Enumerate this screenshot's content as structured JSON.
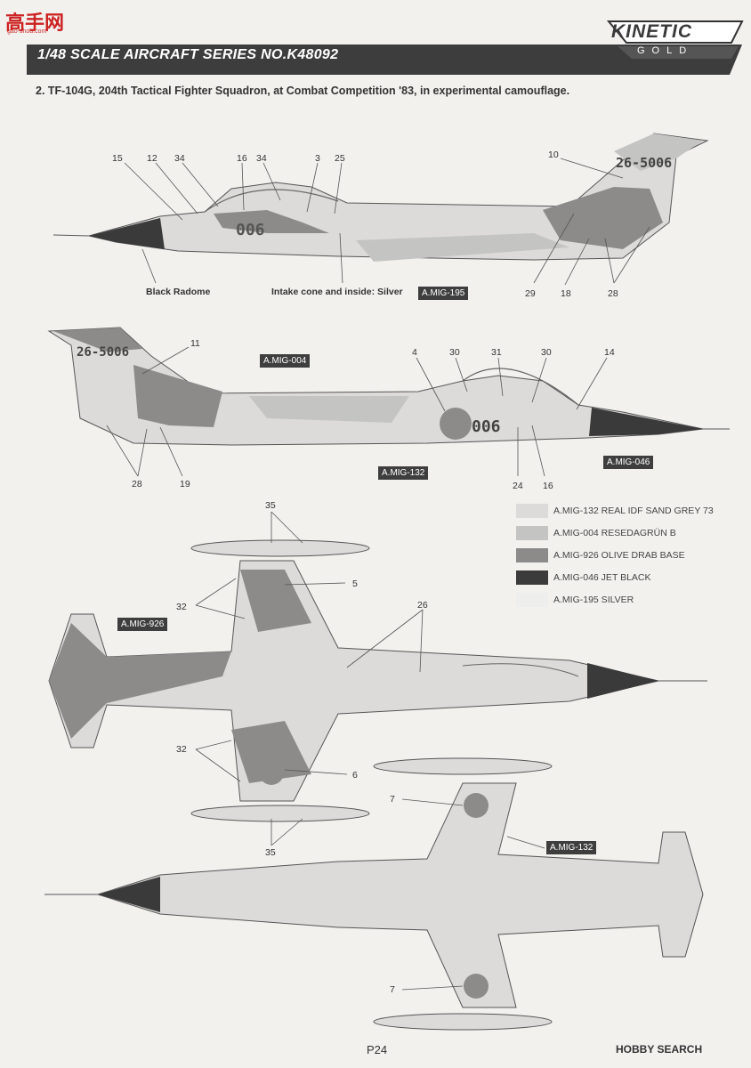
{
  "watermark": {
    "text": "高手网",
    "url": "gao-shou.com"
  },
  "header": {
    "series_title": "1/48 SCALE AIRCRAFT SERIES NO.K48092",
    "brand_top": "KINETIC",
    "brand_bottom": "GOLD"
  },
  "subtitle": "2. TF-104G, 204th Tactical Fighter Squadron, at Combat Competition '83, in experimental camouflage.",
  "colors": {
    "sand": "#d9d8d6",
    "green": "#c2c2c0",
    "olive": "#8a8988",
    "black": "#3a3a3a",
    "silver": "#ececeb"
  },
  "side_view_left": {
    "callouts": [
      "15",
      "12",
      "34",
      "16",
      "34",
      "3",
      "25",
      "10",
      "29",
      "18",
      "28"
    ],
    "serial": "26-5006",
    "nose_number": "006",
    "note_radome": "Black Radome",
    "note_intake": "Intake cone and inside: Silver",
    "intake_paint": "A.MIG-195"
  },
  "side_view_right": {
    "callouts": [
      "11",
      "4",
      "30",
      "31",
      "30",
      "14",
      "28",
      "19",
      "24",
      "16"
    ],
    "serial": "26-5006",
    "nose_number": "006",
    "paint_top": "A.MIG-004",
    "paint_bottom": "A.MIG-132",
    "paint_nose": "A.MIG-046"
  },
  "top_view": {
    "callouts": [
      "35",
      "5",
      "32",
      "26",
      "32",
      "6",
      "35"
    ],
    "paint_tail": "A.MIG-926"
  },
  "bottom_view": {
    "callouts": [
      "7",
      "7"
    ],
    "paint": "A.MIG-132"
  },
  "legend": [
    {
      "code": "A.MIG-132 REAL IDF SAND GREY 73",
      "color": "#dcdbd9"
    },
    {
      "code": "A.MIG-004 RESEDAGRÜN B",
      "color": "#c4c4c2"
    },
    {
      "code": "A.MIG-926 OLIVE DRAB BASE",
      "color": "#8c8b8a"
    },
    {
      "code": "A.MIG-046 JET BLACK",
      "color": "#3b3b3b"
    },
    {
      "code": "A.MIG-195 SILVER",
      "color": "#eeeeed"
    }
  ],
  "footer": {
    "page": "P24",
    "watermark_brand": "HOBBY SEARCH"
  }
}
